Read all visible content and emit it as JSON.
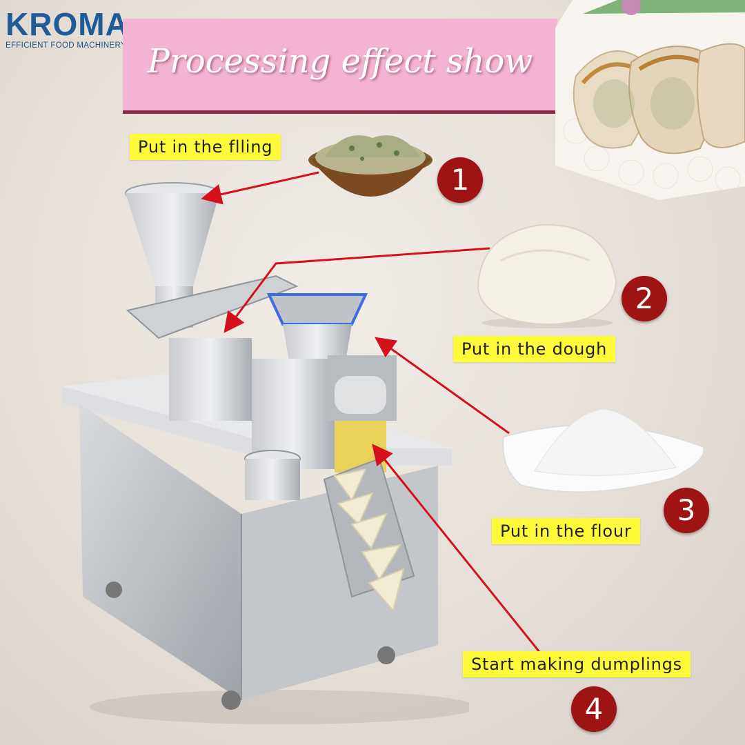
{
  "brand": {
    "name": "KROMA",
    "tagline": "EFFICIENT FOOD MACHINERY"
  },
  "banner": {
    "title": "Processing effect show"
  },
  "steps": [
    {
      "number": "1",
      "label": "Put in the flling",
      "image_icon": "filling-bowl-icon"
    },
    {
      "number": "2",
      "label": "Put in the dough",
      "image_icon": "dough-ball-icon"
    },
    {
      "number": "3",
      "label": "Put in the flour",
      "image_icon": "flour-plate-icon"
    },
    {
      "number": "4",
      "label": "Start making dumplings"
    }
  ],
  "colors": {
    "brand_blue": "#1f5b97",
    "banner_pink": "#f2b4d2",
    "banner_border": "#8d2a49",
    "label_yellow": "#fffb3a",
    "step_red": "#9e1313",
    "arrow_red": "#d4111a"
  }
}
